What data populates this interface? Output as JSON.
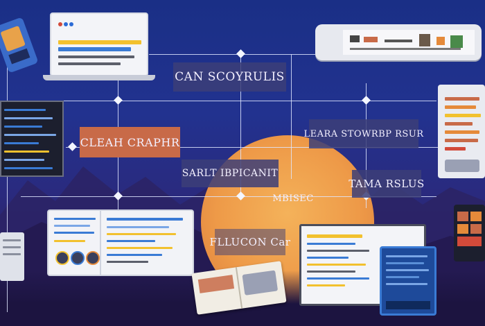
{
  "labels": {
    "top_center": "CAN SCOYRULIS",
    "left_orange": "CLEAH CRAPHR",
    "right_mid": "LEARA STOWRBP RSUR",
    "center": "SARLT IBPICANIT",
    "right_low": "TAMA RSLUS",
    "center_small": "MBISEC",
    "bottom_center": "FLLUCON Car"
  },
  "colors": {
    "background_top": "#1a2f86",
    "background_bottom": "#1f1642",
    "sun": "#f0a04a",
    "accent_orange": "#c86a48",
    "accent_yellow": "#f2c12e",
    "accent_blue": "#3a7bd5",
    "label_box": "#3c3e78"
  }
}
